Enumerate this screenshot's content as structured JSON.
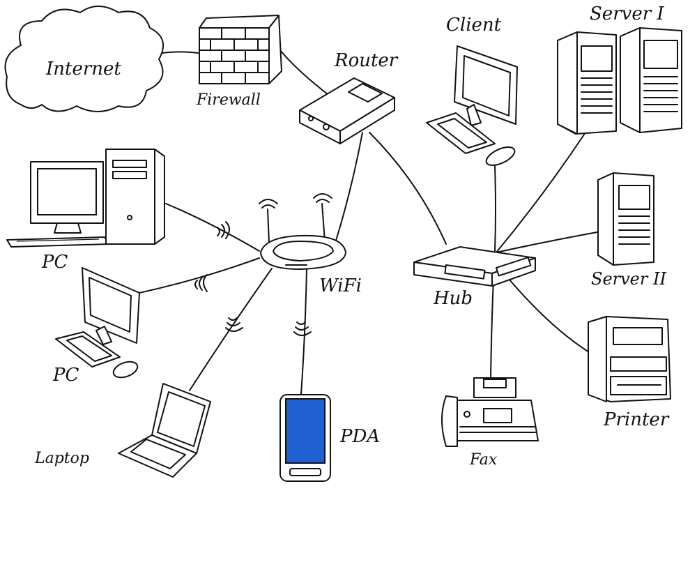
{
  "labels": {
    "internet": "Internet",
    "firewall": "Firewall",
    "router": "Router",
    "client": "Client",
    "server1": "Server I",
    "server2": "Server II",
    "hub": "Hub",
    "wifi": "WiFi",
    "pc_top": "PC",
    "pc_mid": "PC",
    "laptop": "Laptop",
    "pda": "PDA",
    "fax": "Fax",
    "printer": "Printer"
  },
  "colors": {
    "ink": "#111111",
    "pda_screen": "#1f5fd1",
    "background": "#ffffff"
  },
  "icons": [
    "cloud-icon",
    "firewall-icon",
    "router-icon",
    "desktop-pc-icon",
    "wifi-router-icon",
    "laptop-icon",
    "pda-icon",
    "hub-icon",
    "server-icon",
    "printer-icon",
    "fax-icon"
  ]
}
